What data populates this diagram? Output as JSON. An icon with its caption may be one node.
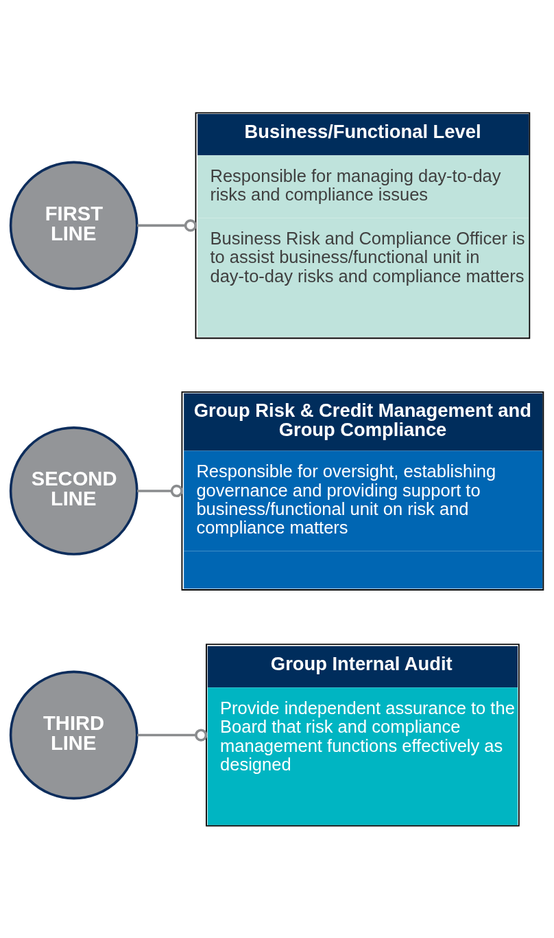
{
  "diagram": {
    "nodes": [
      {
        "text": [
          "FIRST LINE"
        ]
      },
      {
        "text": [
          "Business/Functional Level",
          "Responsible for managing day-to-day risks and compliance issues",
          "Business Risk and Compliance Officer is to assist business/functional unit in day-to-day risks and compliance matters"
        ]
      },
      {
        "text": [
          "SECOND LINE"
        ]
      },
      {
        "text": [
          "Group Risk & Credit Management and Group Compliance",
          "Responsible for oversight, establishing governance and providing support to business/functional unit on risk and compliance matters"
        ]
      },
      {
        "text": [
          "THIRD LINE"
        ]
      },
      {
        "text": [
          "Group Internal Audit",
          "Provide independent assurance to the Board that risk and compliance management functions effectively as designed"
        ]
      }
    ],
    "edges": [
      {
        "from": 0,
        "to": 1,
        "arrow": "other"
      },
      {
        "from": 2,
        "to": 3,
        "arrow": "other"
      },
      {
        "from": 4,
        "to": 5,
        "arrow": "other"
      }
    ]
  }
}
